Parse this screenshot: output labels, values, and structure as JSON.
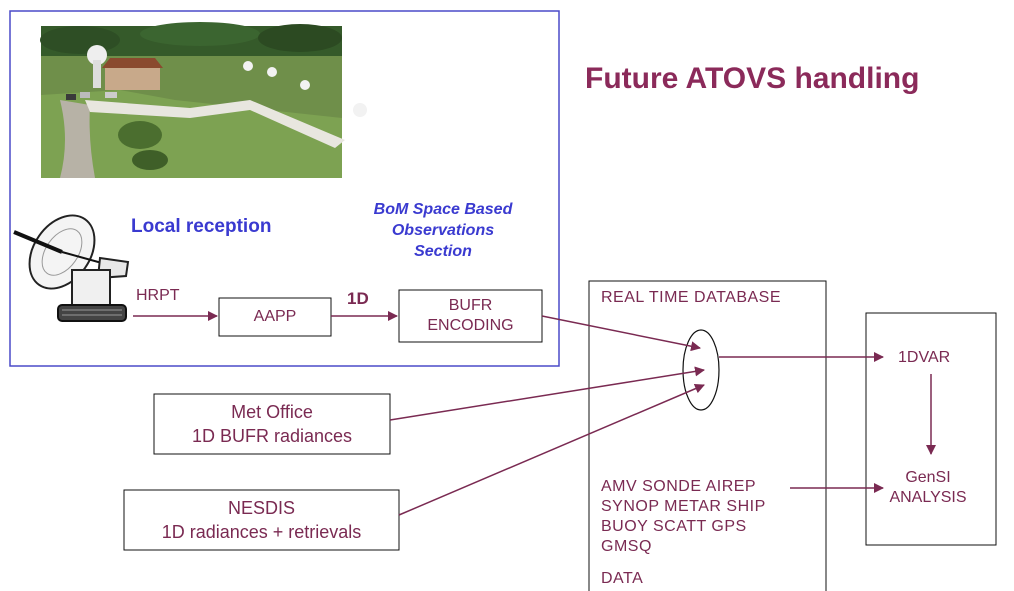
{
  "title": "Future ATOVS handling",
  "local_reception": "Local reception",
  "bom_section": [
    "BoM Space Based",
    "Observations",
    "Section"
  ],
  "hrpt": "HRPT",
  "aapp": "AAPP",
  "one_d": "1D",
  "bufr_encoding": [
    "BUFR",
    "ENCODING"
  ],
  "met_office": [
    "Met Office",
    "1D BUFR radiances"
  ],
  "nesdis": [
    "NESDIS",
    "1D radiances + retrievals"
  ],
  "real_time_database": "REAL TIME DATABASE",
  "db_obs": [
    "AMV SONDE AIREP",
    "SYNOP METAR SHIP",
    "BUOY SCATT GPS",
    "GMSQ"
  ],
  "data": "DATA",
  "onedvar": "1DVAR",
  "gensi": [
    "GenSI",
    "ANALYSIS"
  ],
  "colors": {
    "line": "#7a2a52",
    "accent_blue": "#3a3ad0",
    "frame_blue": "#4a4ac8",
    "title": "#8b2a5a"
  },
  "icons": {
    "photo": "ground-station-aerial-photo",
    "dish": "satellite-dish-icon"
  }
}
